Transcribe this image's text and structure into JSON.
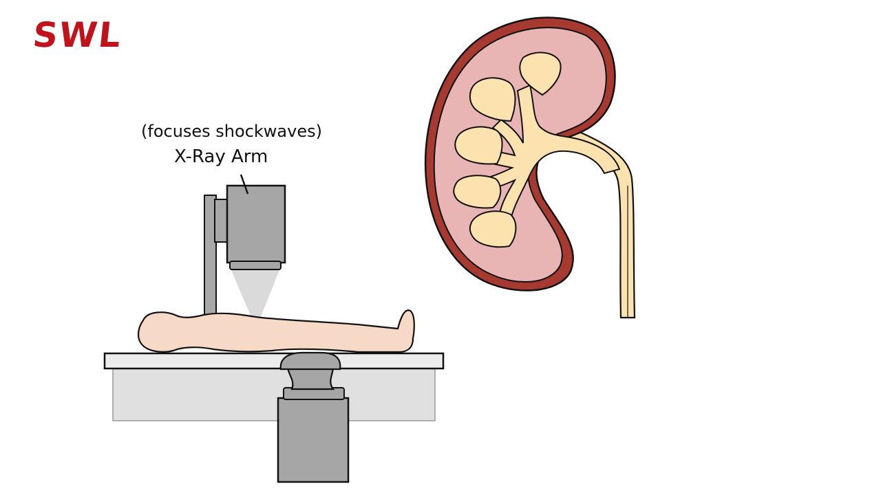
{
  "title": "SWL",
  "labels": {
    "arm_function": "(focuses shockwaves)",
    "arm_name": "X-Ray Arm"
  },
  "colors": {
    "title": "#c0141c",
    "kidney_cortex": "#e8b4b4",
    "kidney_capsule": "#a63a30",
    "calyces": "#fbe2ae",
    "body_skin": "#f7d9c8",
    "machine_gray": "#a6a6a6",
    "table_top": "#ececec",
    "table_base": "#e0e0e0"
  }
}
